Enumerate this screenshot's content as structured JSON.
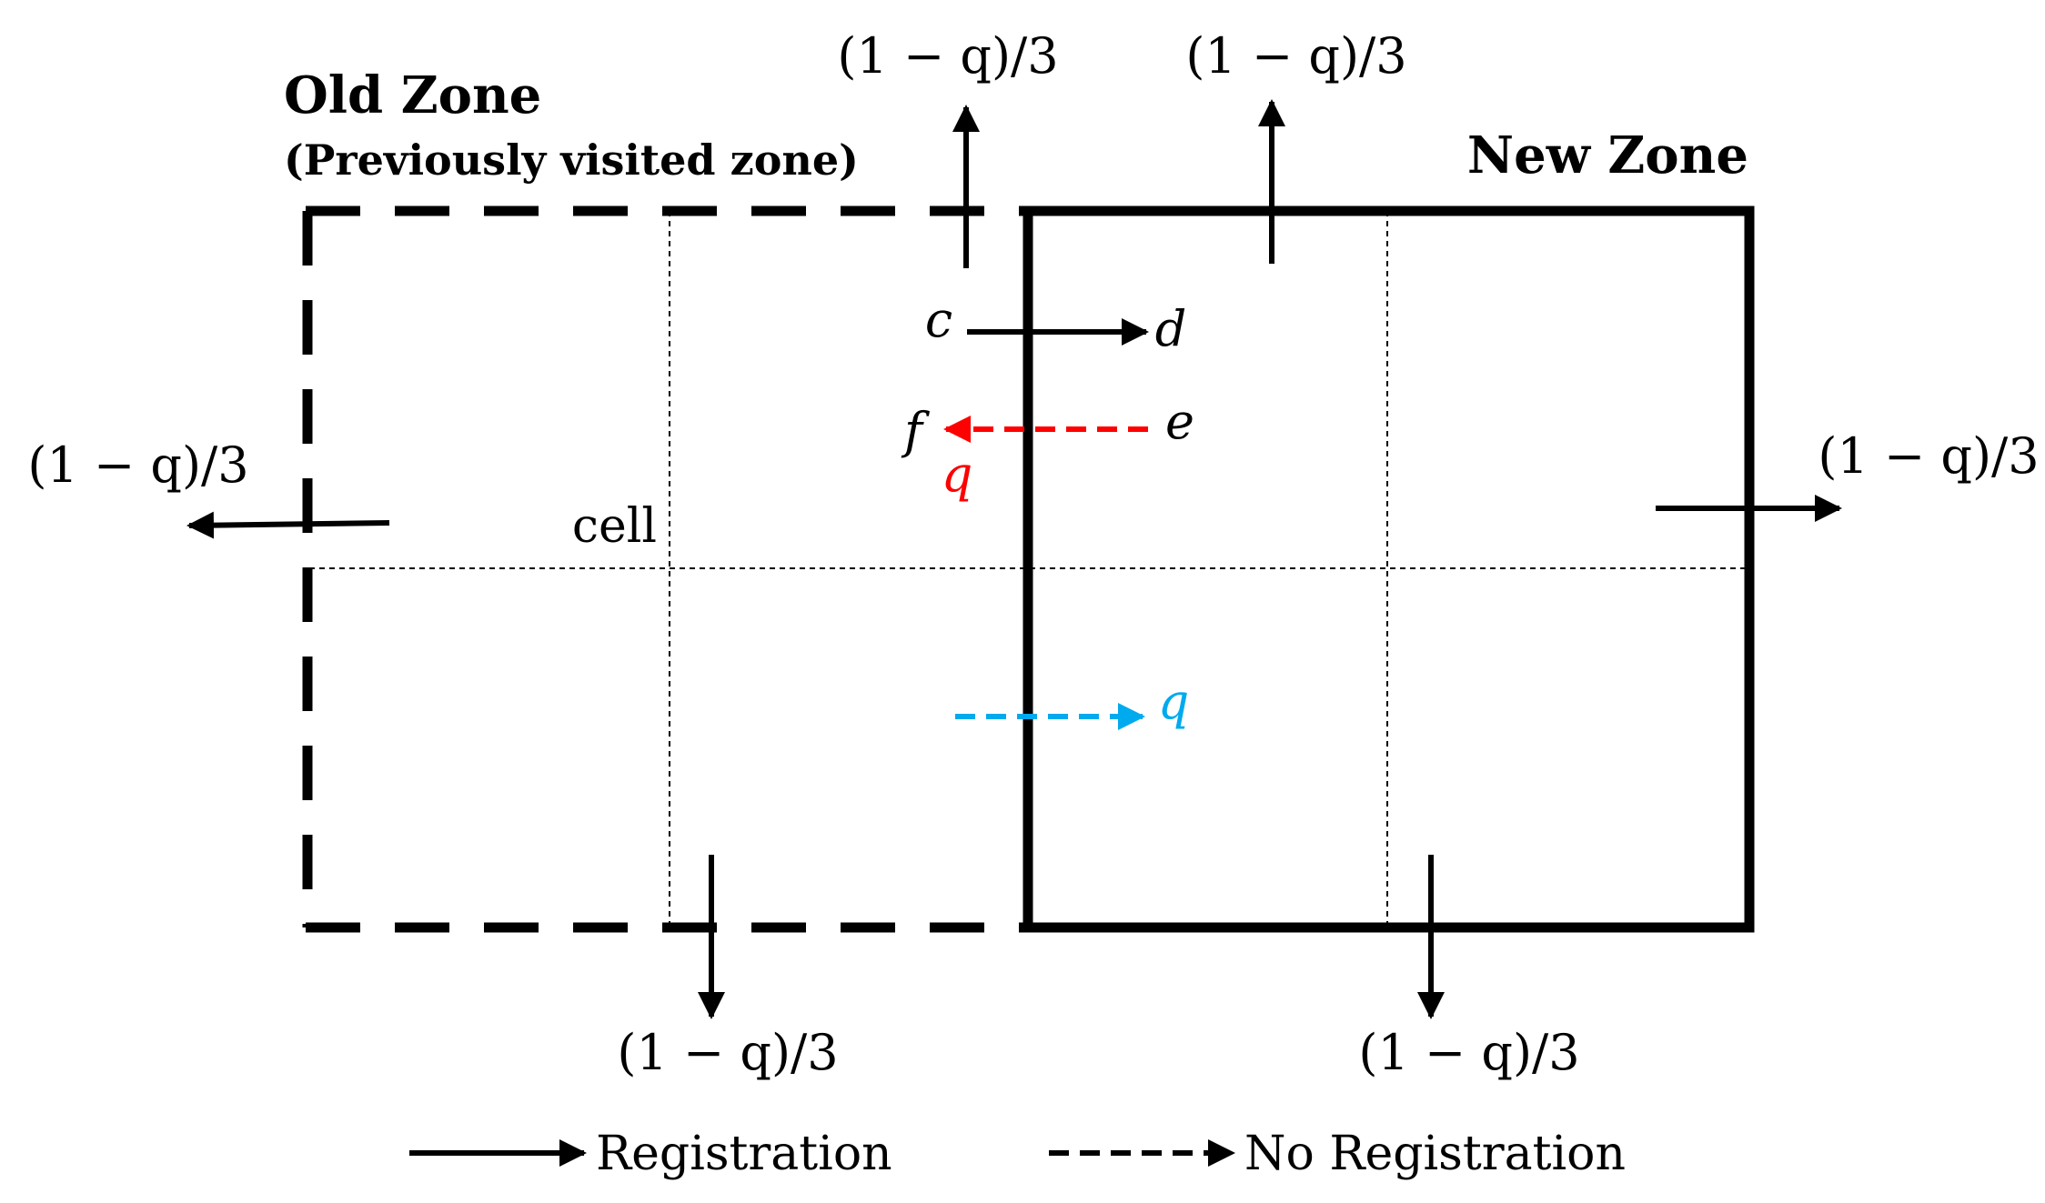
{
  "prob_label": "(1 − q)/3",
  "old_zone": {
    "title": "Old Zone",
    "subtitle": "(Previously visited zone)"
  },
  "new_zone": {
    "title": "New Zone"
  },
  "cell_label": "cell",
  "points": {
    "c": "c",
    "d": "d",
    "e": "e",
    "f": "f"
  },
  "q_red": "q",
  "q_blue": "q",
  "legend": {
    "registration": "Registration",
    "no_registration": "No Registration"
  },
  "colors": {
    "line": "#000000",
    "red": "#ff0000",
    "blue": "#00aaee"
  }
}
